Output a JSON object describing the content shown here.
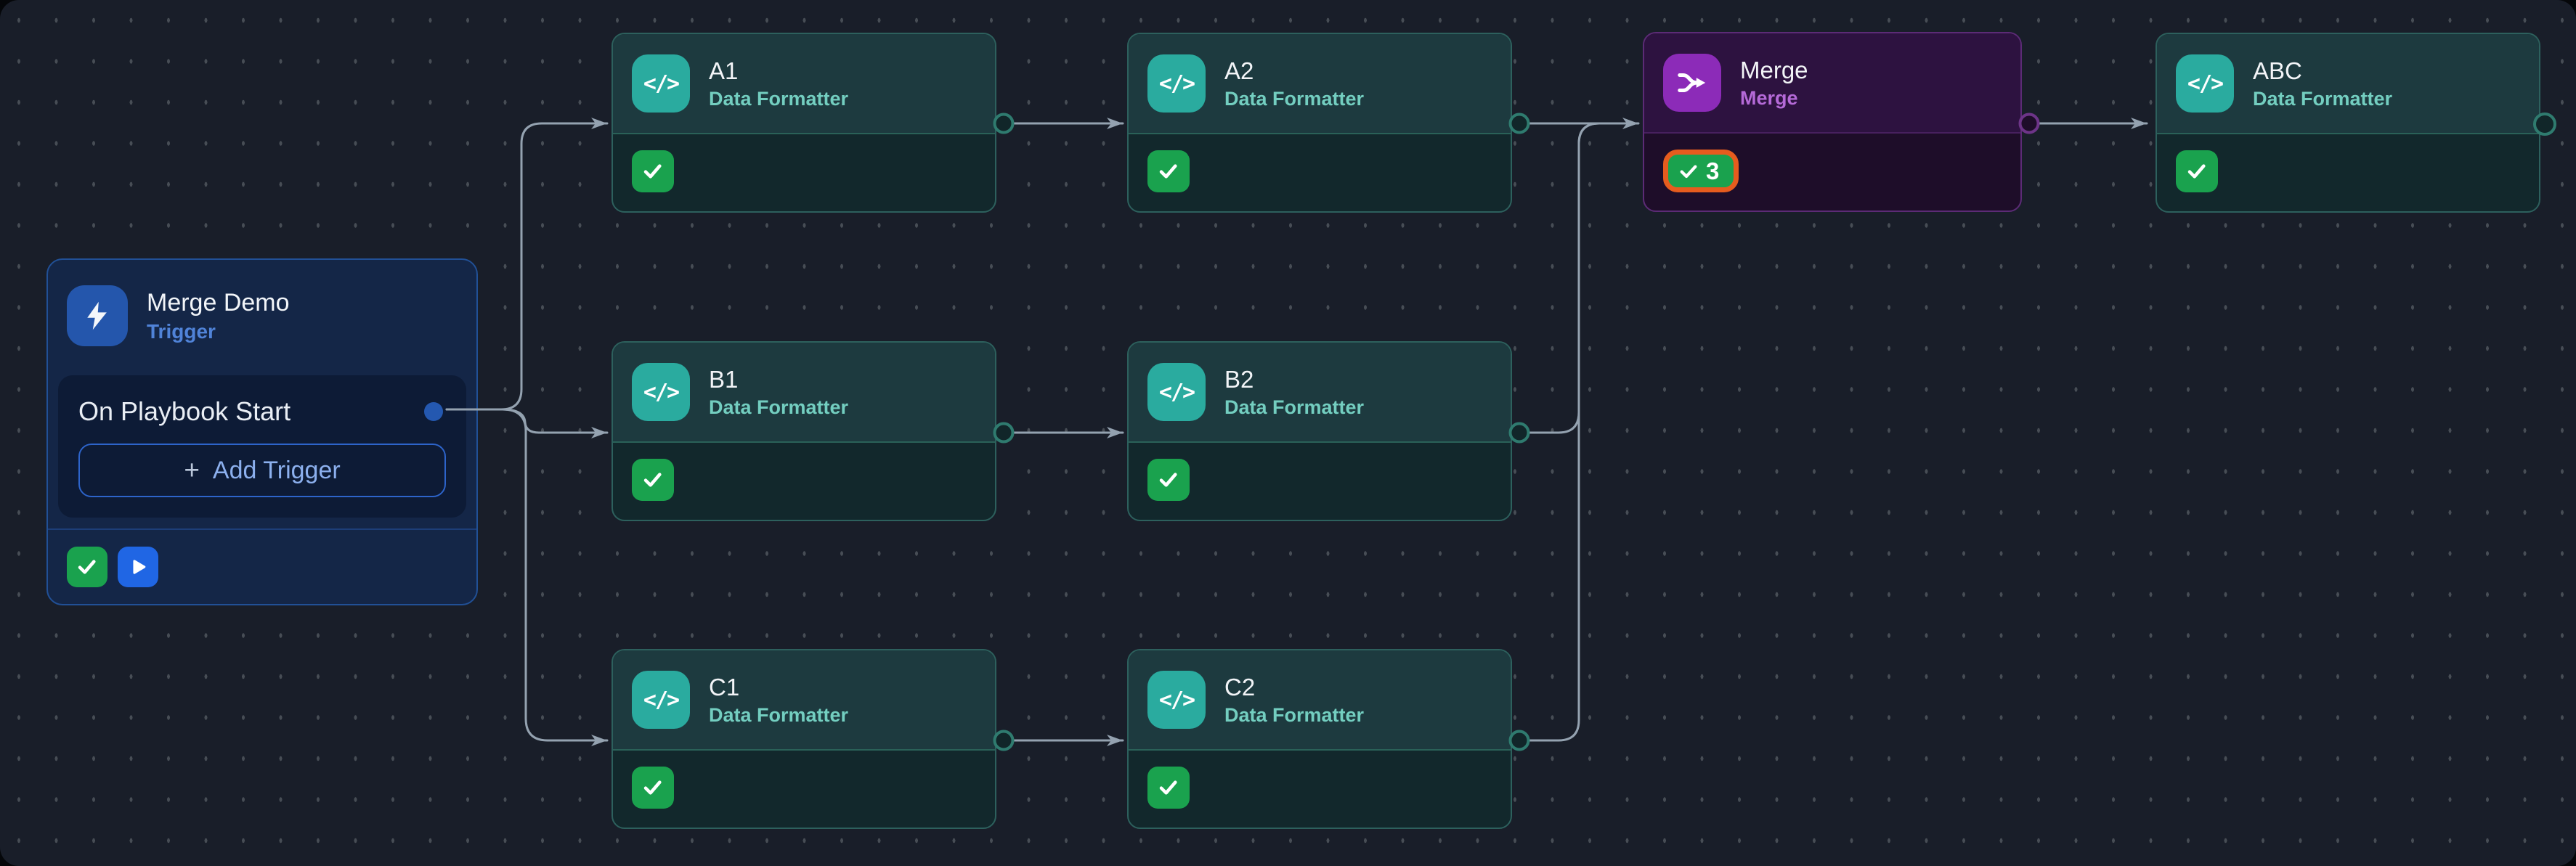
{
  "canvas": {
    "background_color": "#191e29",
    "grid_dot_color": "#474d55",
    "connector_color": "#94a2b0"
  },
  "trigger": {
    "title": "Merge Demo",
    "subtitle": "Trigger",
    "event_label": "On Playbook Start",
    "add_trigger_plus": "+",
    "add_trigger_label": "Add Trigger",
    "accent_color": "#2456ac"
  },
  "actions": {
    "a1": {
      "title": "A1",
      "subtitle": "Data Formatter"
    },
    "a2": {
      "title": "A2",
      "subtitle": "Data Formatter"
    },
    "b1": {
      "title": "B1",
      "subtitle": "Data Formatter"
    },
    "b2": {
      "title": "B2",
      "subtitle": "Data Formatter"
    },
    "c1": {
      "title": "C1",
      "subtitle": "Data Formatter"
    },
    "c2": {
      "title": "C2",
      "subtitle": "Data Formatter"
    },
    "merge": {
      "title": "Merge",
      "subtitle": "Merge",
      "badge_count": "3"
    },
    "abc": {
      "title": "ABC",
      "subtitle": "Data Formatter"
    }
  },
  "icons": {
    "code_glyph": "</>"
  },
  "status_colors": {
    "success_green": "#1aa24e",
    "run_play_blue": "#2066e4",
    "badge_highlight_orange": "#e65c1e",
    "formatter_teal": "#2aab9f",
    "merge_purple": "#8c2bb8"
  }
}
